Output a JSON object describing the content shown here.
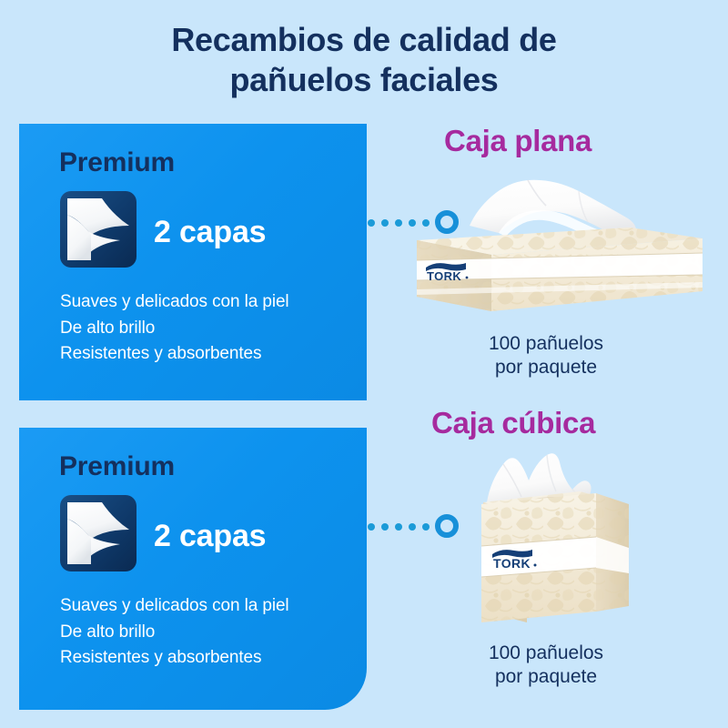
{
  "page": {
    "background_color": "#c9e6fb",
    "title_lines": [
      "Recambios de calidad de",
      "pañuelos faciales"
    ],
    "title_color": "#14305e"
  },
  "theme": {
    "panel_blue": "#0d92ee",
    "navy": "#14305e",
    "magenta": "#a62a9e",
    "connector_blue": "#1790d9",
    "white": "#ffffff",
    "box_cream": "#f2e9d4"
  },
  "features": [
    {
      "quality_label": "Premium",
      "icon": "two-ply-layers-icon",
      "plies_label": "2 capas",
      "bullets": [
        "Suaves y delicados con la piel",
        "De alto brillo",
        "Resistentes y absorbentes"
      ]
    },
    {
      "quality_label": "Premium",
      "icon": "two-ply-layers-icon",
      "plies_label": "2 capas",
      "bullets": [
        "Suaves y delicados con la piel",
        "De alto brillo",
        "Resistentes y absorbentes"
      ]
    }
  ],
  "products": [
    {
      "heading": "Caja plana",
      "image": "tork-flat-tissue-box",
      "brand_logo": "tork-logo",
      "caption_lines": [
        "100 pañuelos",
        "por paquete"
      ]
    },
    {
      "heading": "Caja cúbica",
      "image": "tork-cube-tissue-box",
      "brand_logo": "tork-logo",
      "caption_lines": [
        "100 pañuelos",
        "por paquete"
      ]
    }
  ]
}
